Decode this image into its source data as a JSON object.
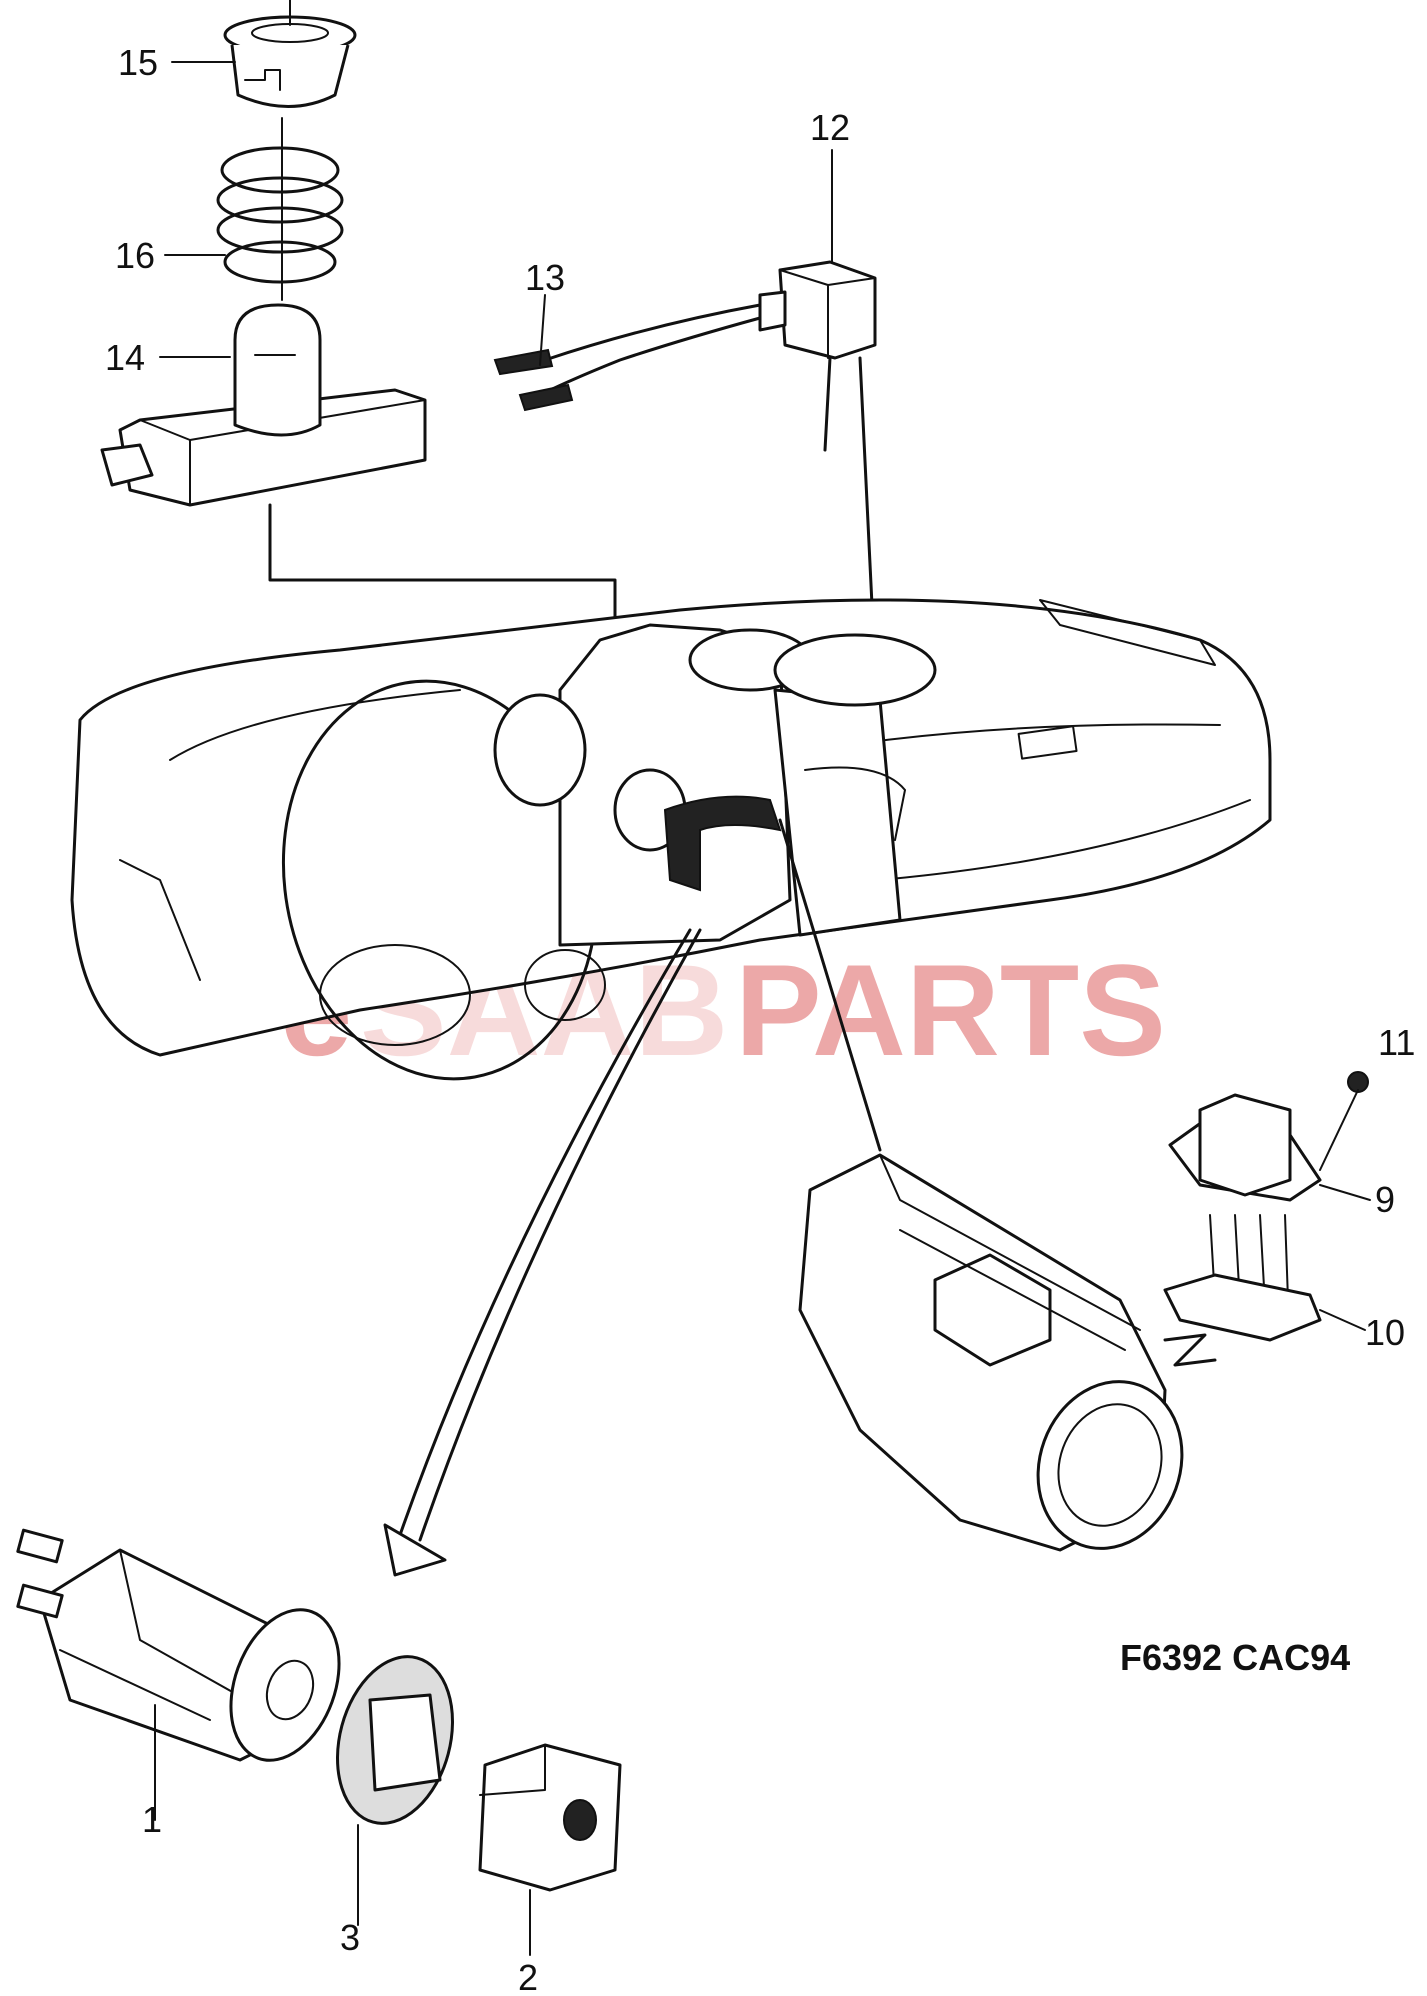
{
  "diagram": {
    "callouts": [
      "1",
      "2",
      "3",
      "9",
      "10",
      "11",
      "12",
      "13",
      "14",
      "15",
      "16"
    ],
    "reference_code": "F6392 CAC94",
    "watermark": {
      "prefix": "e",
      "middle": "SAAB",
      "suffix": "PARTS"
    }
  },
  "colors": {
    "line": "#111111",
    "watermark": "#e99a9a",
    "background": "#ffffff"
  }
}
